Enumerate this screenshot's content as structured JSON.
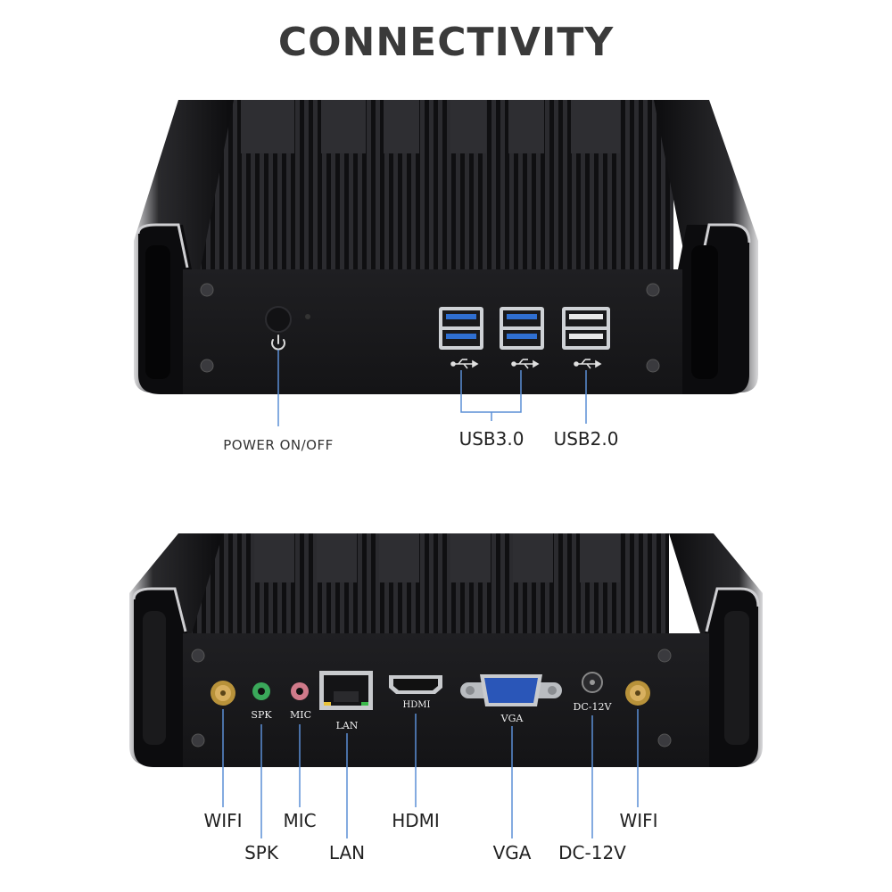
{
  "title": "CONNECTIVITY",
  "front": {
    "callouts": {
      "power": "POWER ON/OFF",
      "usb3": "USB3.0",
      "usb2": "USB2.0"
    }
  },
  "rear": {
    "printed_labels": {
      "spk": "SPK",
      "mic": "MIC",
      "lan": "LAN",
      "hdmi": "HDMI",
      "vga": "VGA",
      "dc": "DC-12V"
    },
    "callouts": {
      "wifi_left": "WIFI",
      "spk": "SPK",
      "mic": "MIC",
      "lan": "LAN",
      "hdmi": "HDMI",
      "vga": "VGA",
      "dc": "DC-12V",
      "wifi_right": "WIFI"
    }
  },
  "colors": {
    "callout_line": "#5b8fd6",
    "usb3_blue": "#2f6fd1",
    "chassis": "#1c1c1e",
    "title_text": "#3a3a3a"
  }
}
